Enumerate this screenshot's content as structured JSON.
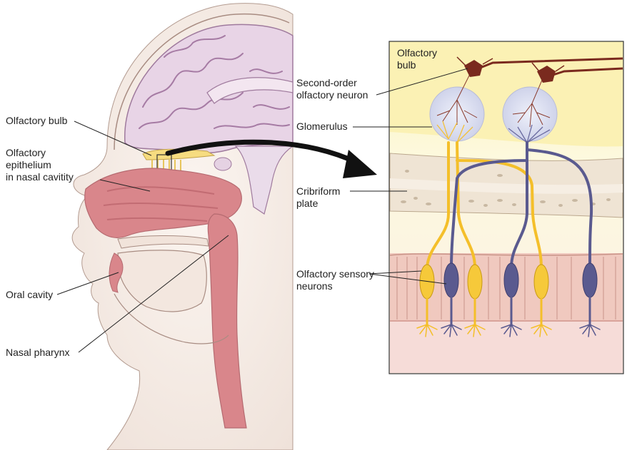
{
  "labels": {
    "left": {
      "olfactory_bulb": "Olfactory bulb",
      "olfactory_epithelium": "Olfactory\nepithelium\nin nasal cavitity",
      "oral_cavity": "Oral cavity",
      "nasal_pharynx": "Nasal pharynx"
    },
    "inset": {
      "olfactory_bulb": "Olfactory\nbulb",
      "second_order_neuron": "Second-order\nolfactory neuron",
      "glomerulus": "Glomerulus",
      "cribriform_plate": "Cribriform\nplate",
      "sensory_neurons": "Olfactory sensory\nneurons"
    }
  },
  "colors": {
    "skin": "#f6eee8",
    "skin_outline": "#9c7f75",
    "brain": "#e6d2e4",
    "brain_fold": "#a77aa5",
    "cavity": "#d8868b",
    "cavity_dark": "#c46b72",
    "bulb_yellow": "#f5d97a",
    "inset_bg_top": "#fbf6c8",
    "bone": "#efe4d6",
    "neuron_yellow": "#f4bf2a",
    "neuron_purple": "#5a5a8f",
    "mitral": "#7a2a1e",
    "glomerulus": "#d9dcef",
    "epithelium": "#e8b7ae"
  }
}
